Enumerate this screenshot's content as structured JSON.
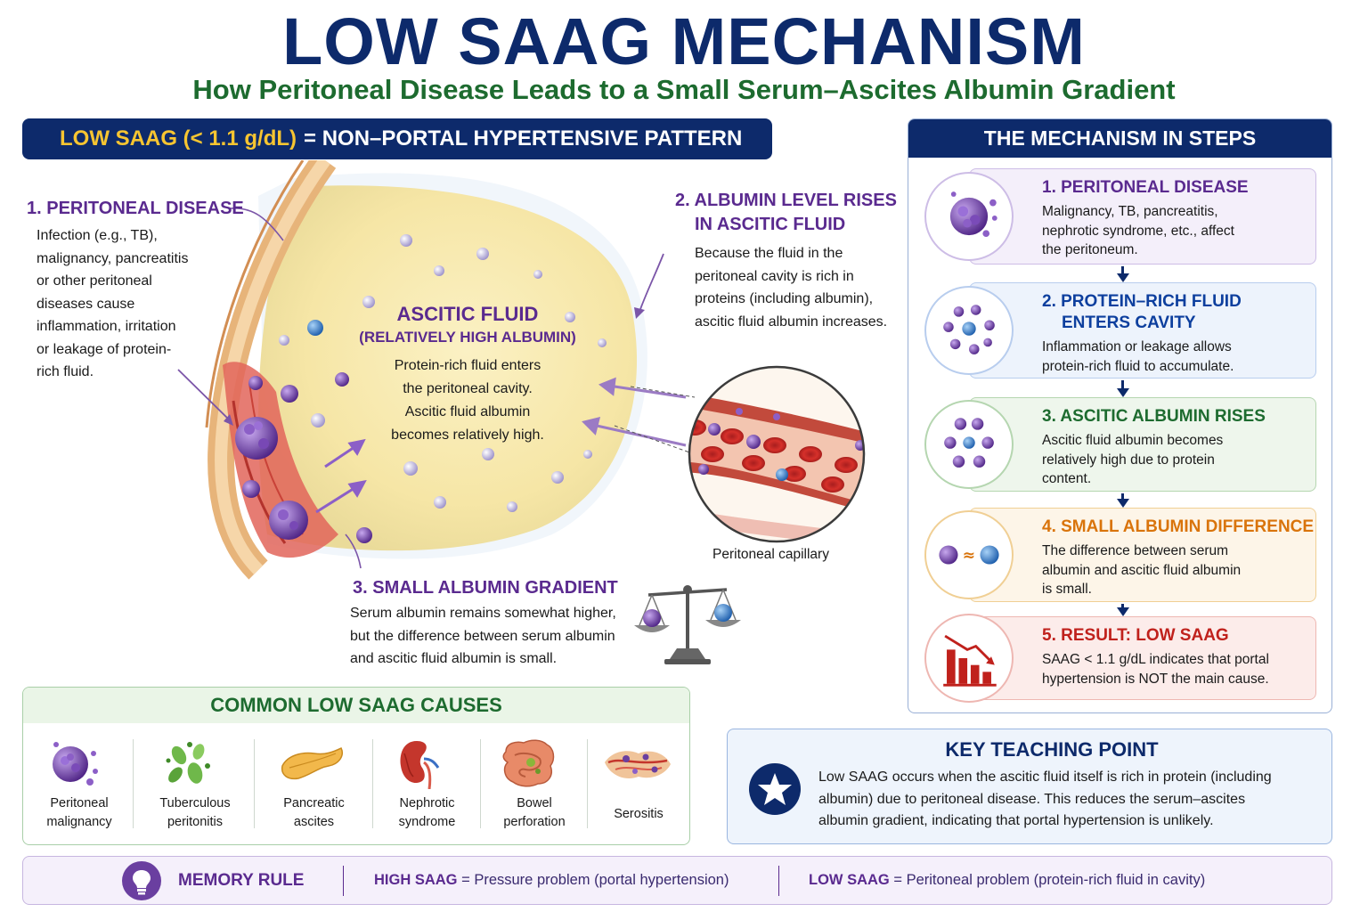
{
  "title": "LOW SAAG MECHANISM",
  "subtitle": "How Peritoneal Disease Leads to a Small Serum–Ascites Albumin Gradient",
  "banner": {
    "highlight": "LOW SAAG (< 1.1 g/dL)",
    "rest": "= NON–PORTAL HYPERTENSIVE PATTERN"
  },
  "diagram": {
    "label1": {
      "title": "1. PERITONEAL DISEASE",
      "lines": [
        "Infection (e.g., TB),",
        "malignancy, pancreatitis",
        "or other peritoneal",
        "diseases cause",
        "inflammation, irritation",
        "or leakage of protein-",
        "rich fluid."
      ]
    },
    "label2": {
      "title_lines": [
        "2. ALBUMIN LEVEL RISES",
        "IN ASCITIC FLUID"
      ],
      "lines": [
        "Because the fluid in the",
        "peritoneal cavity is rich in",
        "proteins (including albumin),",
        "ascitic fluid albumin increases."
      ]
    },
    "fluid": {
      "title": "ASCITIC FLUID",
      "subtitle": "(RELATIVELY HIGH ALBUMIN)",
      "lines": [
        "Protein-rich fluid enters",
        "the peritoneal cavity.",
        "Ascitic fluid albumin",
        "becomes relatively high."
      ]
    },
    "label3": {
      "title": "3. SMALL ALBUMIN GRADIENT",
      "lines": [
        "Serum albumin remains somewhat higher,",
        "but the difference between serum albumin",
        "and ascitic fluid albumin is small."
      ]
    },
    "capillary_label": "Peritoneal capillary"
  },
  "steps": {
    "header": "THE MECHANISM IN STEPS",
    "items": [
      {
        "title_lines": [
          "1. PERITONEAL DISEASE"
        ],
        "body": [
          "Malignancy, TB, pancreatitis,",
          "nephrotic syndrome, etc., affect",
          "the peritoneum."
        ],
        "color": "#5a2a8f",
        "bg": "#f4effa",
        "border": "#cdbde6",
        "icon": "tumor-cell-icon"
      },
      {
        "title_lines": [
          "2. PROTEIN–RICH FLUID",
          "ENTERS CAVITY"
        ],
        "body": [
          "Inflammation or leakage allows",
          "protein-rich fluid to accumulate."
        ],
        "color": "#0d3f9e",
        "bg": "#edf3fc",
        "border": "#b8cdee",
        "icon": "protein-molecules-icon"
      },
      {
        "title_lines": [
          "3. ASCITIC ALBUMIN RISES"
        ],
        "body": [
          "Ascitic fluid albumin becomes",
          "relatively high due to protein",
          "content."
        ],
        "color": "#1d6b2f",
        "bg": "#eef6ec",
        "border": "#b5d6b0",
        "icon": "albumin-molecules-icon"
      },
      {
        "title_lines": [
          "4. SMALL ALBUMIN DIFFERENCE"
        ],
        "body": [
          "The difference between serum",
          "albumin and ascitic fluid albumin",
          "is small."
        ],
        "color": "#d9740b",
        "bg": "#fdf5e8",
        "border": "#f0cf94",
        "icon": "approx-equal-icon"
      },
      {
        "title_lines": [
          "5. RESULT: LOW SAAG"
        ],
        "body": [
          "SAAG < 1.1 g/dL indicates that portal",
          "hypertension is NOT the main cause."
        ],
        "color": "#c0211c",
        "bg": "#fcecea",
        "border": "#eeb7b2",
        "icon": "declining-bar-chart-icon"
      }
    ]
  },
  "causes": {
    "header": "COMMON LOW SAAG CAUSES",
    "items": [
      {
        "lines": [
          "Peritoneal",
          "malignancy"
        ],
        "icon": "tumor-cell-icon"
      },
      {
        "lines": [
          "Tuberculous",
          "peritonitis"
        ],
        "icon": "bacteria-icon"
      },
      {
        "lines": [
          "Pancreatic",
          "ascites"
        ],
        "icon": "pancreas-icon"
      },
      {
        "lines": [
          "Nephrotic",
          "syndrome"
        ],
        "icon": "kidney-icon"
      },
      {
        "lines": [
          "Bowel",
          "perforation"
        ],
        "icon": "intestine-icon"
      },
      {
        "lines": [
          "Serositis"
        ],
        "icon": "inflamed-tissue-icon"
      }
    ]
  },
  "key_point": {
    "title": "KEY TEACHING POINT",
    "lines": [
      "Low SAAG occurs when the ascitic fluid itself is rich in protein (including",
      "albumin) due to peritoneal disease. This reduces the serum–ascites",
      "albumin gradient, indicating that portal hypertension is unlikely."
    ]
  },
  "memory": {
    "title": "MEMORY RULE",
    "high_label": "HIGH SAAG",
    "high_text": "= Pressure problem (portal hypertension)",
    "low_label": "LOW SAAG",
    "low_text": "= Peritoneal problem (protein-rich fluid in cavity)"
  },
  "colors": {
    "navy": "#0d2a6b",
    "green": "#1d6b2f",
    "purple": "#5a2a8f",
    "gold": "#f7c531",
    "orange": "#d9740b",
    "red": "#c0211c"
  }
}
